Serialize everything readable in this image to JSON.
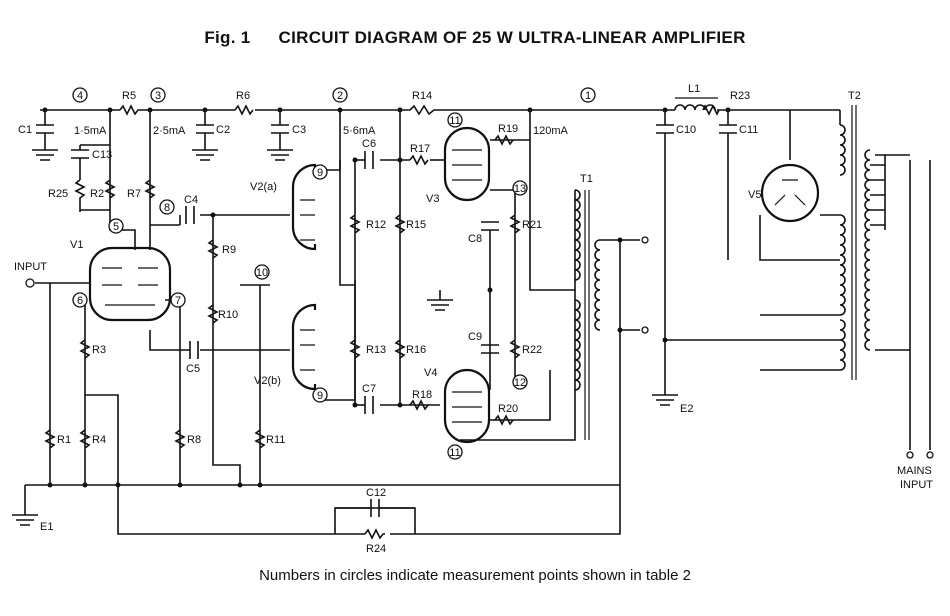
{
  "title": {
    "fig": "Fig. 1",
    "text": "CIRCUIT DIAGRAM OF 25 W ULTRA-LINEAR AMPLIFIER"
  },
  "caption": "Numbers in circles indicate measurement points shown in table 2",
  "points": [
    "4",
    "3",
    "2",
    "1",
    "5",
    "6",
    "7",
    "8",
    "9",
    "9",
    "10",
    "11",
    "11",
    "12",
    "13"
  ],
  "resistors": [
    "R5",
    "R6",
    "R14",
    "R23",
    "R25",
    "R2",
    "R7",
    "R9",
    "R10",
    "R12",
    "R15",
    "R13",
    "R16",
    "R17",
    "R18",
    "R19",
    "R20",
    "R21",
    "R22",
    "R3",
    "R4",
    "R1",
    "R8",
    "R11",
    "R24"
  ],
  "capacitors": [
    "C1",
    "C2",
    "C3",
    "C13",
    "C4",
    "C5",
    "C6",
    "C7",
    "C8",
    "C9",
    "C10",
    "C11",
    "C12"
  ],
  "components": {
    "inductor": "L1",
    "output_transformer": "T1",
    "mains_transformer": "T2"
  },
  "valves": [
    "V1",
    "V2(a)",
    "V2(b)",
    "V3",
    "V4",
    "V5"
  ],
  "currents": [
    "1·5mA",
    "2·5mA",
    "5·6mA",
    "120mA"
  ],
  "labels": {
    "input": "INPUT",
    "earth1": "E1",
    "earth2": "E2",
    "mains": "MAINS",
    "mains2": "INPUT"
  }
}
